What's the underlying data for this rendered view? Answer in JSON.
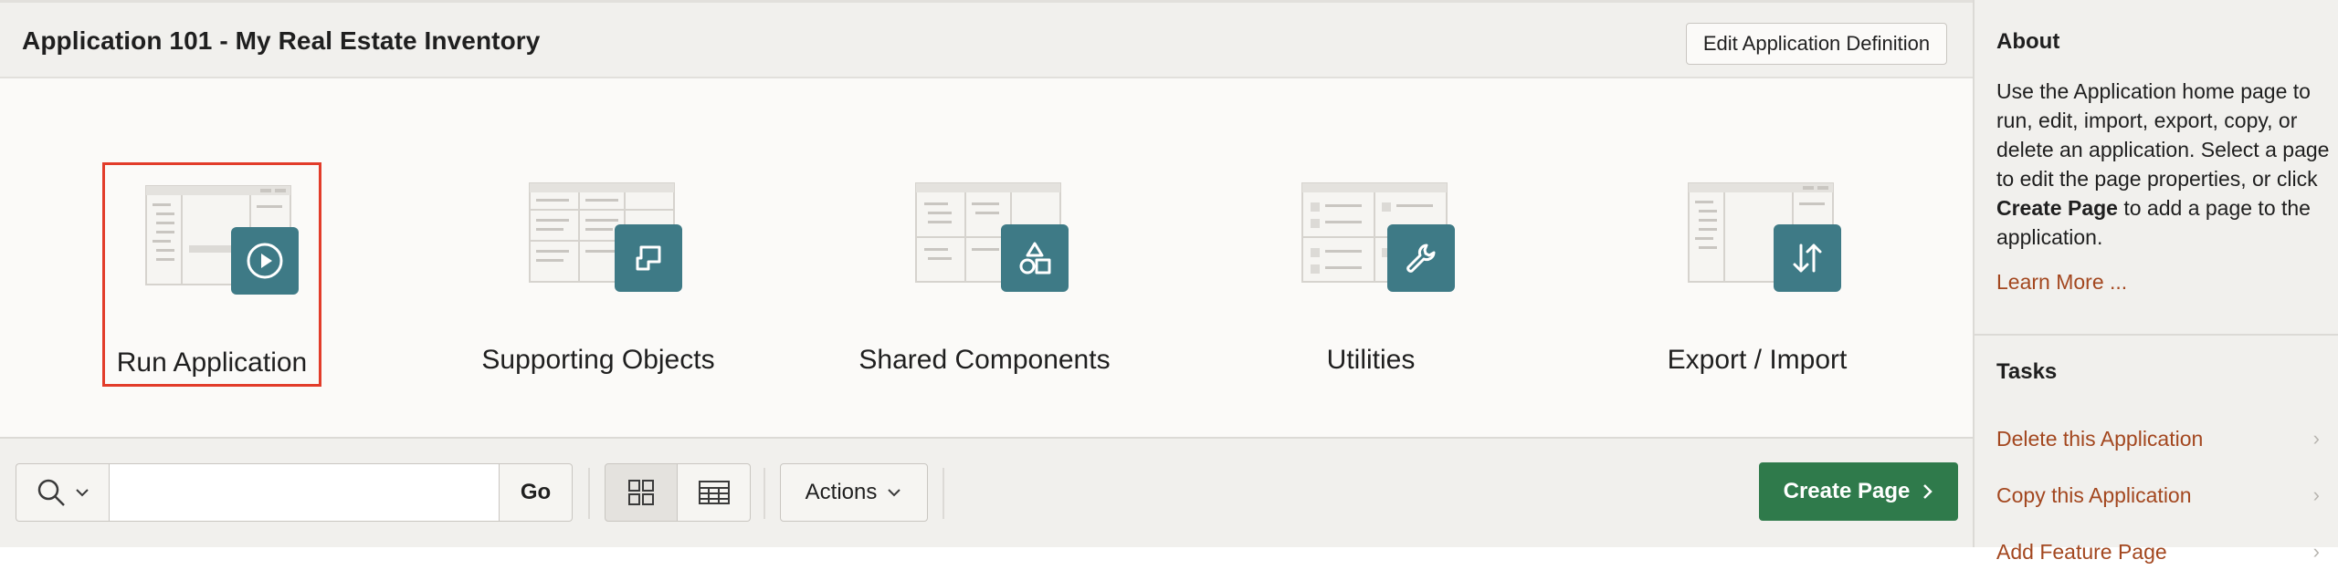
{
  "header": {
    "title": "Application 101 - My Real Estate Inventory",
    "edit_definition_label": "Edit Application Definition"
  },
  "tiles": [
    {
      "label": "Run Application",
      "icon": "play-icon",
      "selected": true
    },
    {
      "label": "Supporting Objects",
      "icon": "scroll-icon",
      "selected": false
    },
    {
      "label": "Shared Components",
      "icon": "shapes-icon",
      "selected": false
    },
    {
      "label": "Utilities",
      "icon": "wrench-icon",
      "selected": false
    },
    {
      "label": "Export / Import",
      "icon": "arrows-up-down-icon",
      "selected": false
    }
  ],
  "toolbar": {
    "search_icon": "search-icon",
    "search_value": "",
    "go_label": "Go",
    "actions_label": "Actions",
    "create_page_label": "Create Page"
  },
  "sidebar": {
    "about_heading": "About",
    "about_text_before": "Use the Application home page to run, edit, import, export, copy, or delete an application. Select a page to edit the page properties, or click ",
    "about_text_bold": "Create Page",
    "about_text_after": " to add a page to the application.",
    "learn_more": "Learn More ...",
    "tasks_heading": "Tasks",
    "tasks": [
      "Delete this Application",
      "Copy this Application",
      "Add Feature Page"
    ]
  },
  "colors": {
    "accent_teal": "#3e7a86",
    "create_green": "#2f7a4b",
    "link_orange": "#a3471f",
    "selected_border": "#e23c2a"
  }
}
